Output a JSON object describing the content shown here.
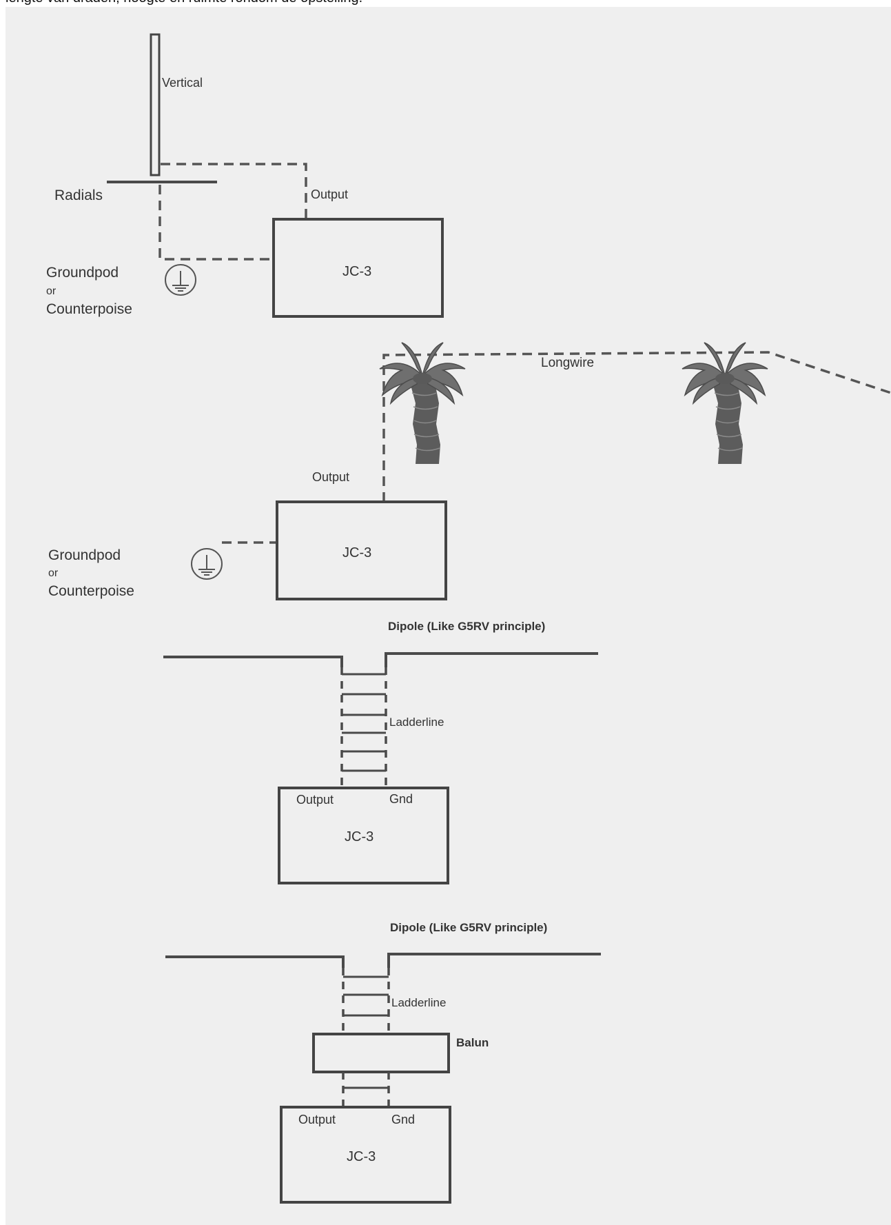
{
  "caption": "lengte van draden, hoogte en ruimte rondom de opstelling.",
  "diagram1": {
    "vertical_label": "Vertical",
    "radials_label": "Radials",
    "output_label": "Output",
    "box_label": "JC-3",
    "ground_label_line1": "Groundpod",
    "ground_label_line2": "or",
    "ground_label_line3": "Counterpoise"
  },
  "diagram2": {
    "longwire_label": "Longwire",
    "output_label": "Output",
    "box_label": "JC-3",
    "ground_label_line1": "Groundpod",
    "ground_label_line2": "or",
    "ground_label_line3": "Counterpoise"
  },
  "diagram3": {
    "dipole_label": "Dipole  (Like G5RV principle)",
    "ladderline_label": "Ladderline",
    "output_label": "Output",
    "gnd_label": "Gnd",
    "box_label": "JC-3"
  },
  "diagram4": {
    "dipole_label": "Dipole  (Like G5RV principle)",
    "ladderline_label": "Ladderline",
    "balun_label": "Balun",
    "output_label": "Output",
    "gnd_label": "Gnd",
    "box_label": "JC-3"
  },
  "icons": {
    "ground": "ground-symbol-icon",
    "tree": "palm-tree-icon"
  },
  "colors": {
    "paper": "#efefef",
    "ink": "#444444"
  }
}
